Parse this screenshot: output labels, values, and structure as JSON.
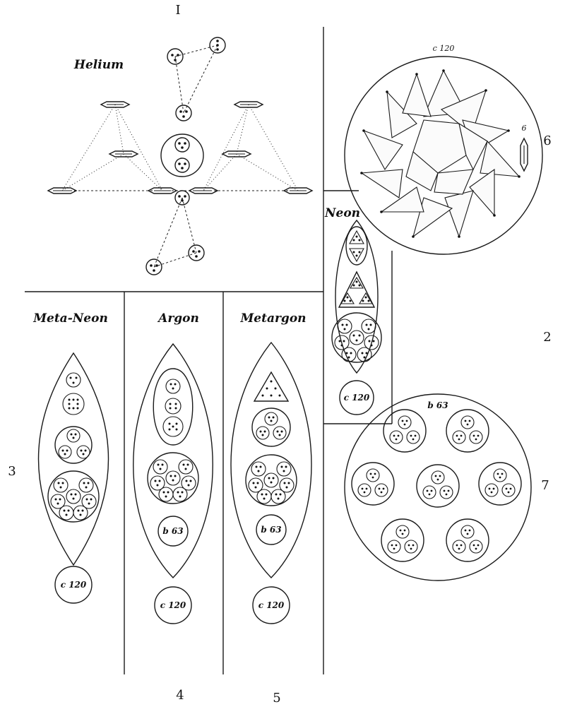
{
  "plate": {
    "number": "I",
    "titles": {
      "helium": "Helium",
      "neon": "Neon",
      "meta_neon": "Meta-Neon",
      "argon": "Argon",
      "metargon": "Metargon"
    },
    "figure_numbers": {
      "fig2": "2",
      "fig3": "3",
      "fig4": "4",
      "fig5": "5",
      "fig6": "6",
      "fig7": "7"
    },
    "codes": {
      "c120_top": "c 120",
      "c120_neon": "c 120",
      "c120_metaneon": "c 120",
      "c120_argon": "c 120",
      "c120_metargon": "c 120",
      "b63_argon": "b 63",
      "b63_metargon": "b 63",
      "b63_fig7": "b 63",
      "six_label": "6"
    }
  }
}
